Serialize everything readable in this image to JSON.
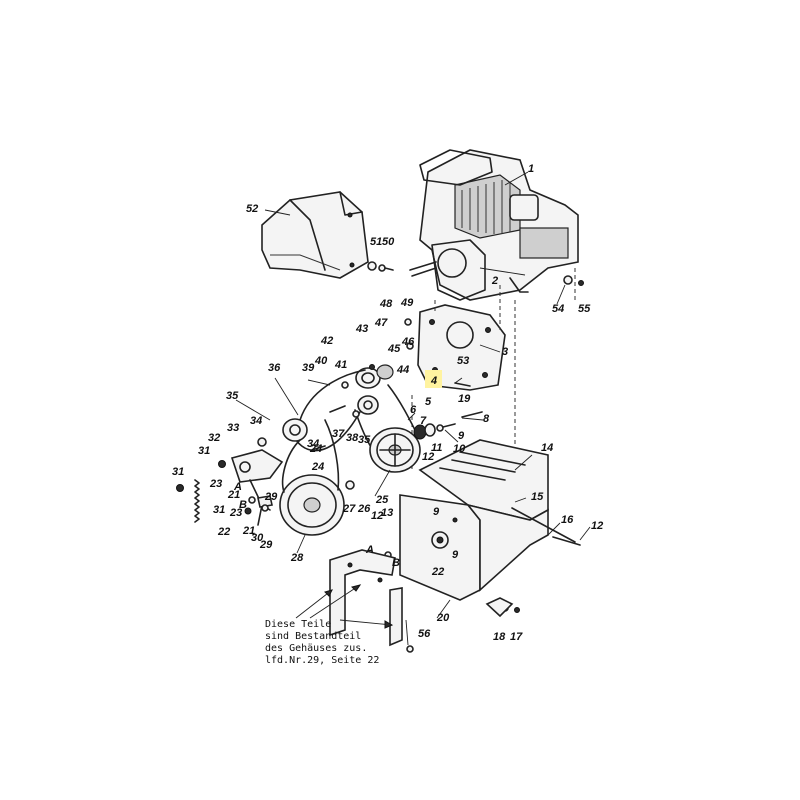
{
  "colors": {
    "line": "#222222",
    "highlight": "#fff3a0",
    "background": "#ffffff"
  },
  "labels": [
    "1",
    "2",
    "3",
    "4",
    "5",
    "6",
    "7",
    "8",
    "9",
    "10",
    "11",
    "12",
    "13",
    "14",
    "15",
    "16",
    "17",
    "18",
    "19",
    "20",
    "21",
    "22",
    "23",
    "24",
    "25",
    "26",
    "27",
    "28",
    "29",
    "30",
    "31",
    "32",
    "33",
    "34",
    "35",
    "36",
    "37",
    "38",
    "39",
    "40",
    "41",
    "42",
    "43",
    "44",
    "45",
    "46",
    "47",
    "48",
    "49",
    "50",
    "51",
    "52",
    "53",
    "54",
    "55",
    "56",
    "A",
    "B"
  ],
  "note": {
    "line1": "Diese Teile",
    "line2": "sind Bestandteil",
    "line3": "des Gehäuses zus.",
    "line4": "lfd.Nr.29, Seite 22"
  }
}
